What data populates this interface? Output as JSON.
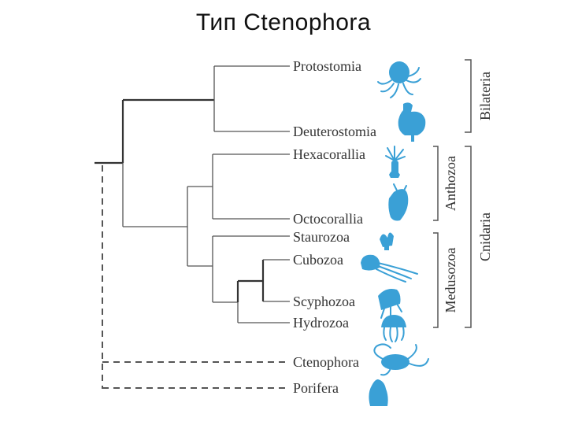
{
  "title": "Тип Ctenophora",
  "taxa": [
    "Protostomia",
    "Deuterostomia",
    "Hexacorallia",
    "Octocorallia",
    "Staurozoa",
    "Cubozoa",
    "Scyphozoa",
    "Hydrozoa",
    "Ctenophora",
    "Porifera"
  ],
  "groups": {
    "bilateria": "Bilateria",
    "anthozoa": "Anthozoa",
    "medusozoa": "Medusozoa",
    "cnidaria": "Cnidaria"
  },
  "colors": {
    "silhouette": "#3aa0d6",
    "line": "#555555"
  },
  "icons": [
    "octopus-icon",
    "rooster-icon",
    "sea-anemone-icon",
    "soft-coral-icon",
    "stalked-jellyfish-icon",
    "box-jellyfish-icon",
    "scyphozoan-jellyfish-icon",
    "hydrozoan-jellyfish-icon",
    "comb-jelly-icon",
    "sponge-icon"
  ]
}
